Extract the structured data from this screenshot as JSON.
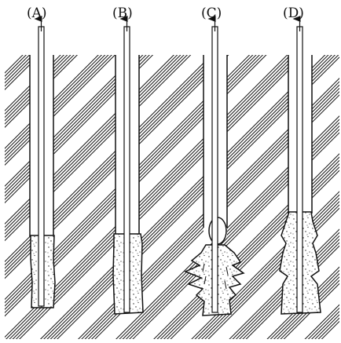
{
  "labels": {
    "a": "(A)",
    "b": "(B)",
    "c": "(C)",
    "d": "(D)"
  },
  "colors": {
    "ink": "#111111",
    "background": "#ffffff"
  }
}
